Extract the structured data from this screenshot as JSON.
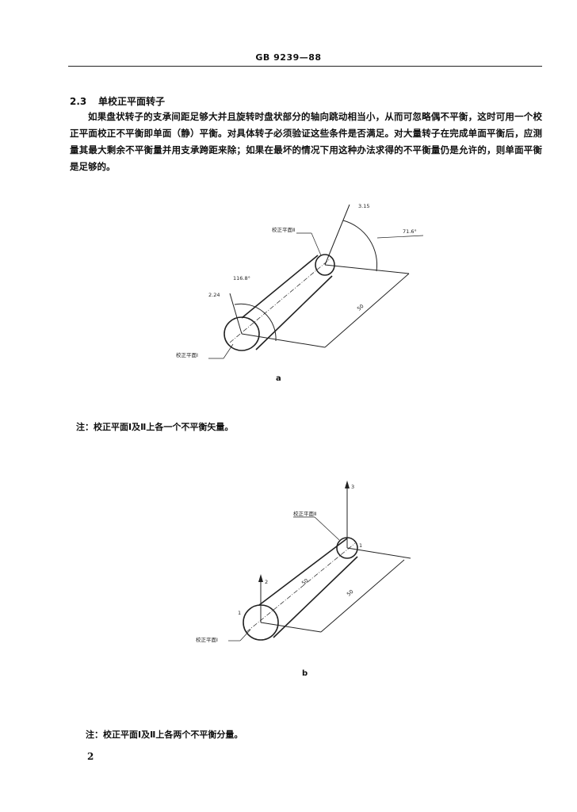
{
  "header": {
    "code": "GB  9239—88"
  },
  "section": {
    "number": "2.3",
    "title": "单校正平面转子"
  },
  "body_text": "如果盘状转子的支承间距足够大并且旋转时盘状部分的轴向跳动相当小，从而可忽略偶不平衡，这时可用一个校正平面校正不平衡即单面（静）平衡。对具体转子必须验证这些条件是否满足。对大量转子在完成单面平衡后，应测量其最大剩余不平衡量并用支承跨距来除；如果在最坏的情况下用这种办法求得的不平衡量仍是允许的，则单面平衡是足够的。",
  "figure_a": {
    "caption": "a",
    "labels": {
      "plane_2": "校正平面Ⅱ",
      "plane_1": "校正平面Ⅰ",
      "val_315": "3.15",
      "angle_716": "71.6°",
      "angle_1168": "116.8°",
      "val_224": "2.24",
      "length_50": "50"
    },
    "note": "注：校正平面Ⅰ及Ⅱ上各一个不平衡矢量。"
  },
  "figure_b": {
    "caption": "b",
    "labels": {
      "plane_2": "校正平面Ⅱ",
      "plane_1": "校正平面Ⅰ",
      "axis_3": "3",
      "axis_2": "2",
      "pt_1_left": "1",
      "pt_1_right": "1",
      "dim_50_a": "50",
      "dim_50_b": "50"
    },
    "note": "注：校正平面Ⅰ及Ⅱ上各两个不平衡分量。"
  },
  "page_number": "2"
}
